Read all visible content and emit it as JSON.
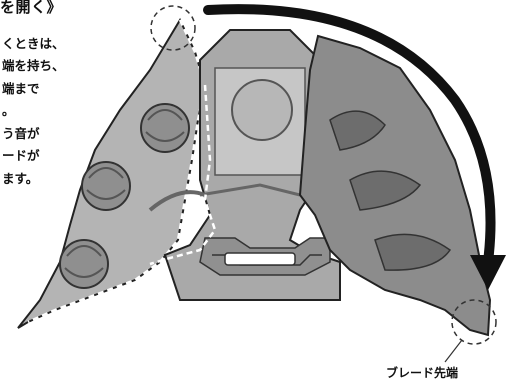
{
  "heading": "を開く》",
  "instructions": [
    "くときは、",
    "端を持ち、",
    "端まで",
    "。",
    "う音が",
    "ードが",
    "ます。"
  ],
  "callout_label": "ブレード先端",
  "colors": {
    "ink": "#111111",
    "paper": "#ffffff",
    "plastic": "#9a9a9a",
    "plastic_light": "#c9c9c9",
    "plastic_dark": "#6d6d6d"
  },
  "icons": {
    "rotation_arrow": "curved-arrow-clockwise",
    "tip_marker": "dashed-circle"
  }
}
